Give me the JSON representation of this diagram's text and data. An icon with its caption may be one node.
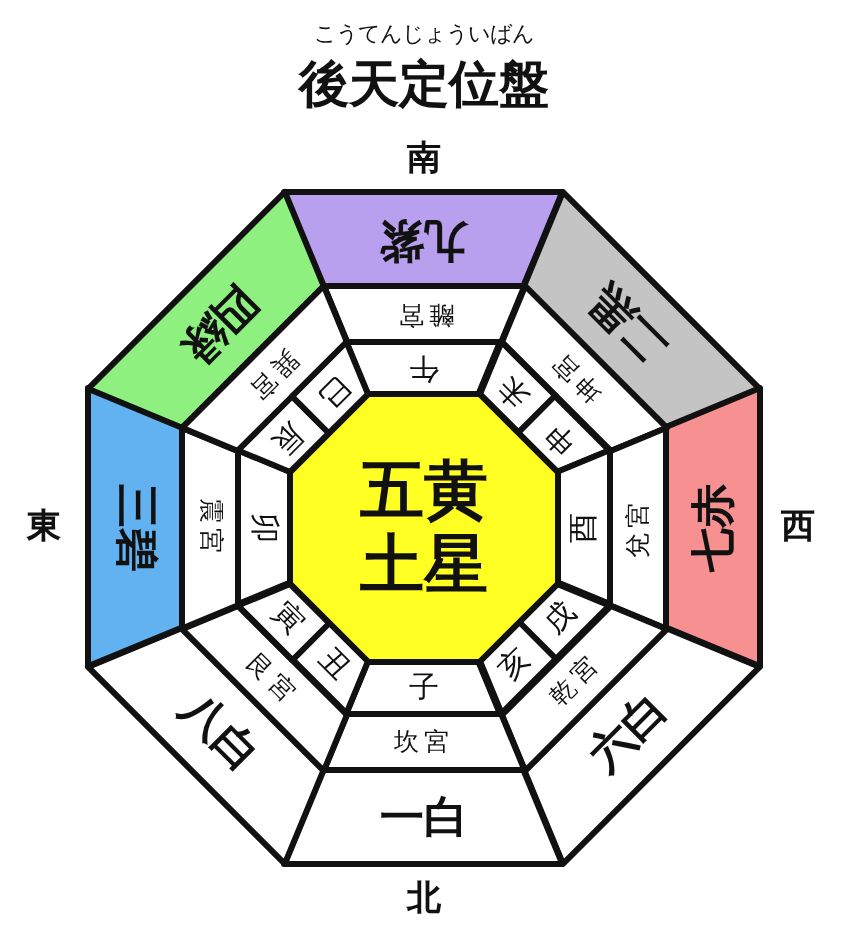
{
  "diagram": {
    "title": "後天定位盤",
    "nodes": [
      {
        "text": [
          "九紫"
        ]
      },
      {
        "text": [
          "二黒"
        ]
      },
      {
        "text": [
          "七赤"
        ]
      },
      {
        "text": [
          "六白"
        ]
      },
      {
        "text": [
          "一白"
        ]
      },
      {
        "text": [
          "八白"
        ]
      },
      {
        "text": [
          "三碧"
        ]
      },
      {
        "text": [
          "四緑"
        ]
      },
      {
        "text": [
          "離宮"
        ]
      },
      {
        "text": [
          "坤宮"
        ]
      },
      {
        "text": [
          "兌宮"
        ]
      },
      {
        "text": [
          "乾宮"
        ]
      },
      {
        "text": [
          "坎宮"
        ]
      },
      {
        "text": [
          "艮宮"
        ]
      },
      {
        "text": [
          "震宮"
        ]
      },
      {
        "text": [
          "巽宮"
        ]
      },
      {
        "text": [
          "午"
        ]
      },
      {
        "text": [
          "未"
        ]
      },
      {
        "text": [
          "申"
        ]
      },
      {
        "text": [
          "酉"
        ]
      },
      {
        "text": [
          "戌"
        ]
      },
      {
        "text": [
          "亥"
        ]
      },
      {
        "text": [
          "子"
        ]
      },
      {
        "text": [
          "丑"
        ]
      },
      {
        "text": [
          "寅"
        ]
      },
      {
        "text": [
          "卯"
        ]
      },
      {
        "text": [
          "辰"
        ]
      },
      {
        "text": [
          "巳"
        ]
      },
      {
        "text": [
          "五黄土星"
        ]
      }
    ],
    "labels": [
      "こうてんじょういばん",
      "南",
      "東",
      "西",
      "北"
    ]
  }
}
